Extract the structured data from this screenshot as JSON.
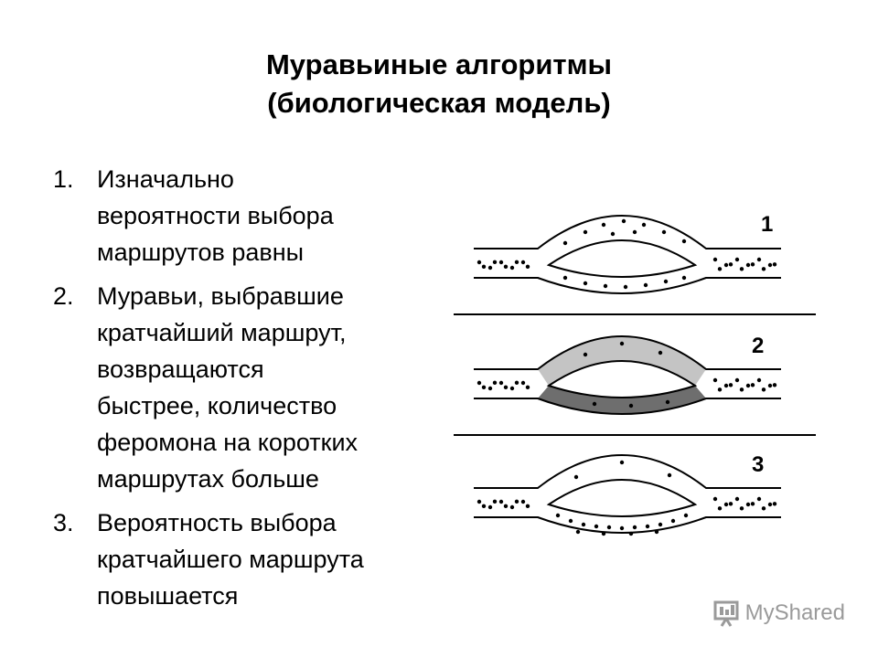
{
  "title": {
    "line1": "Муравьиные алгоритмы",
    "line2": "(биологическая модель)"
  },
  "items": [
    {
      "num": "1.",
      "lines": [
        "Изначально",
        "вероятности выбора",
        "маршрутов равны"
      ]
    },
    {
      "num": "2.",
      "lines": [
        "Муравьи, выбравшие",
        "кратчайший маршрут,",
        "возвращаются",
        "быстрее, количество",
        "феромона на коротких",
        "маршрутах больше"
      ]
    },
    {
      "num": "3.",
      "lines": [
        "Вероятность выбора",
        "кратчайшего маршрута",
        "повышается"
      ]
    }
  ],
  "figure": {
    "panels": [
      {
        "label": "1",
        "icon": "ant-path-diagram-equal"
      },
      {
        "label": "2",
        "icon": "ant-path-diagram-shaded"
      },
      {
        "label": "3",
        "icon": "ant-path-diagram-short-preferred"
      }
    ],
    "colors": {
      "light_shade": "#c4c4c4",
      "dark_shade": "#6e6e6e"
    }
  },
  "watermark": {
    "text": "MyShared",
    "icon": "presentation-board-icon"
  }
}
